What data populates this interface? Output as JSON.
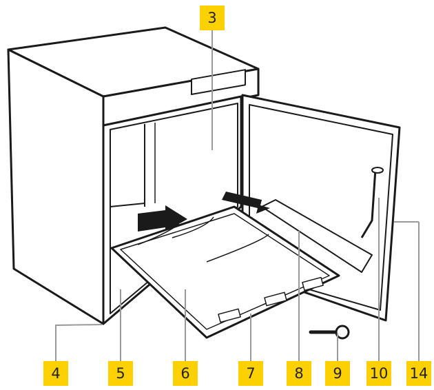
{
  "callouts": [
    {
      "id": "3",
      "text": "3"
    },
    {
      "id": "4",
      "text": "4"
    },
    {
      "id": "5",
      "text": "5"
    },
    {
      "id": "6",
      "text": "6"
    },
    {
      "id": "7",
      "text": "7"
    },
    {
      "id": "8",
      "text": "8"
    },
    {
      "id": "9",
      "text": "9"
    },
    {
      "id": "10",
      "text": "10"
    },
    {
      "id": "14",
      "text": "14"
    }
  ],
  "colors": {
    "label_bg": "#fdd000",
    "leader": "#999999",
    "outline": "#1a1a1a"
  }
}
